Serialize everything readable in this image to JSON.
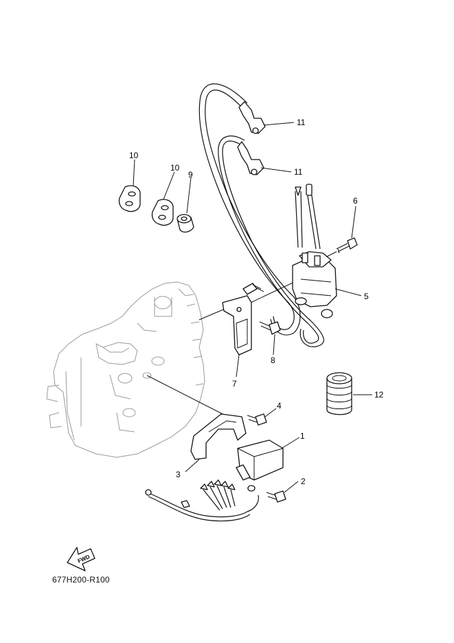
{
  "callouts": {
    "c1": "1",
    "c2": "2",
    "c3": "3",
    "c4": "4",
    "c5": "5",
    "c6": "6",
    "c7": "7",
    "c8": "8",
    "c9": "9",
    "c10a": "10",
    "c10b": "10",
    "c11a": "11",
    "c11b": "11",
    "c12": "12"
  },
  "fwd_label": "FWD",
  "drawing_code": "677H200-R100"
}
